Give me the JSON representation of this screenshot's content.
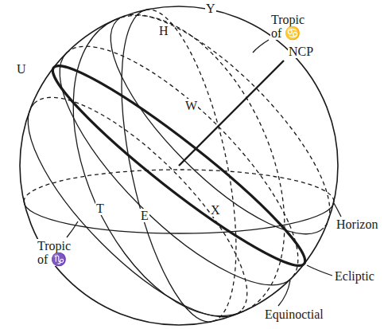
{
  "diagram": {
    "labels": [
      "Y",
      "H",
      "U",
      "NCP",
      "W",
      "Tropic of ♋",
      "T",
      "E",
      "X",
      "Horizon",
      "Tropic of ♑",
      "Ecliptic",
      "Equinoctial"
    ]
  }
}
